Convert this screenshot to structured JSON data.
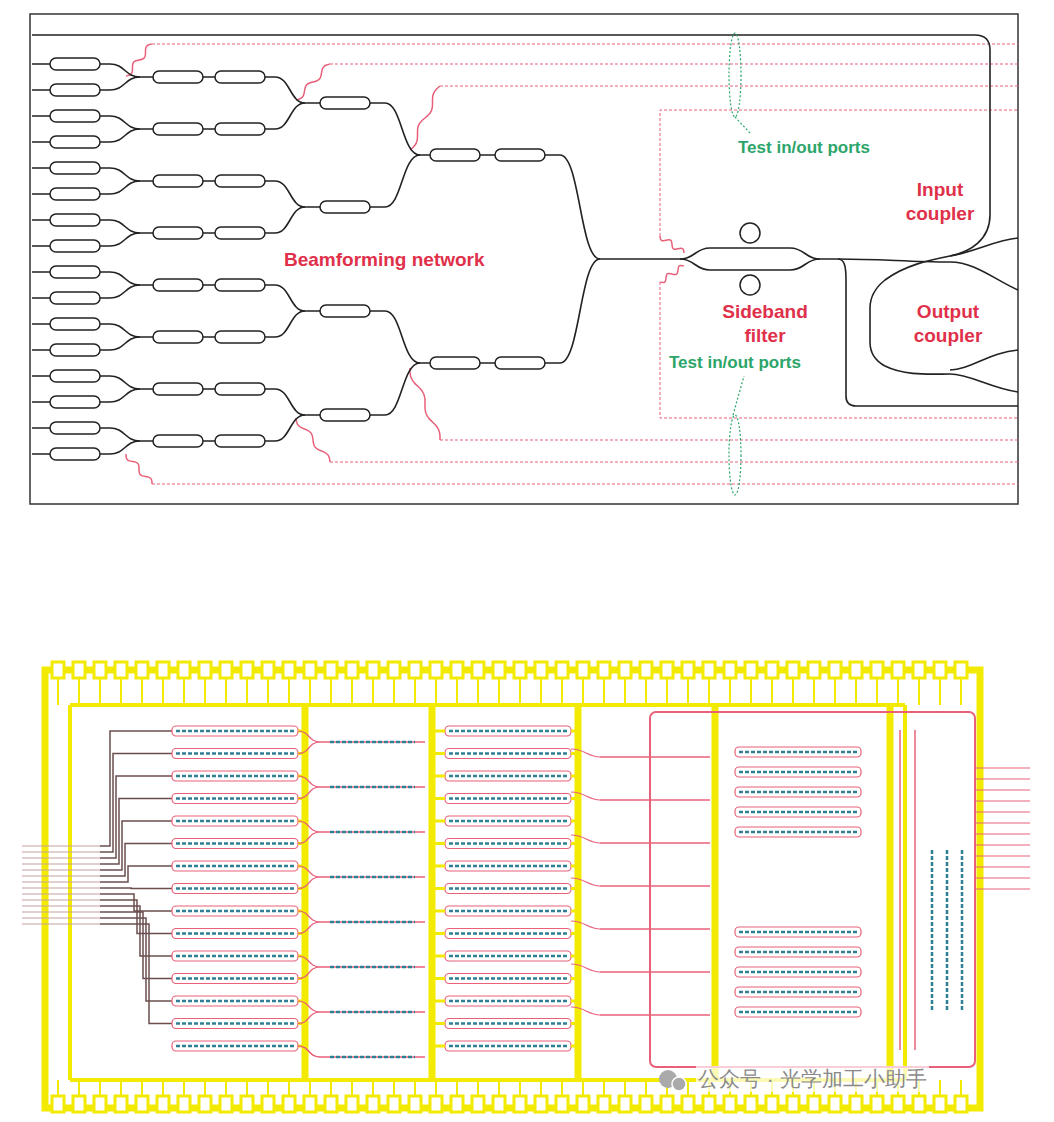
{
  "diagram": {
    "labels": [
      "Beamforming network",
      "Test in/out ports",
      "Input coupler",
      "Sideband filter",
      "Output coupler",
      "Test in/out ports",
      "公众号 · 光学加工小助手"
    ]
  }
}
